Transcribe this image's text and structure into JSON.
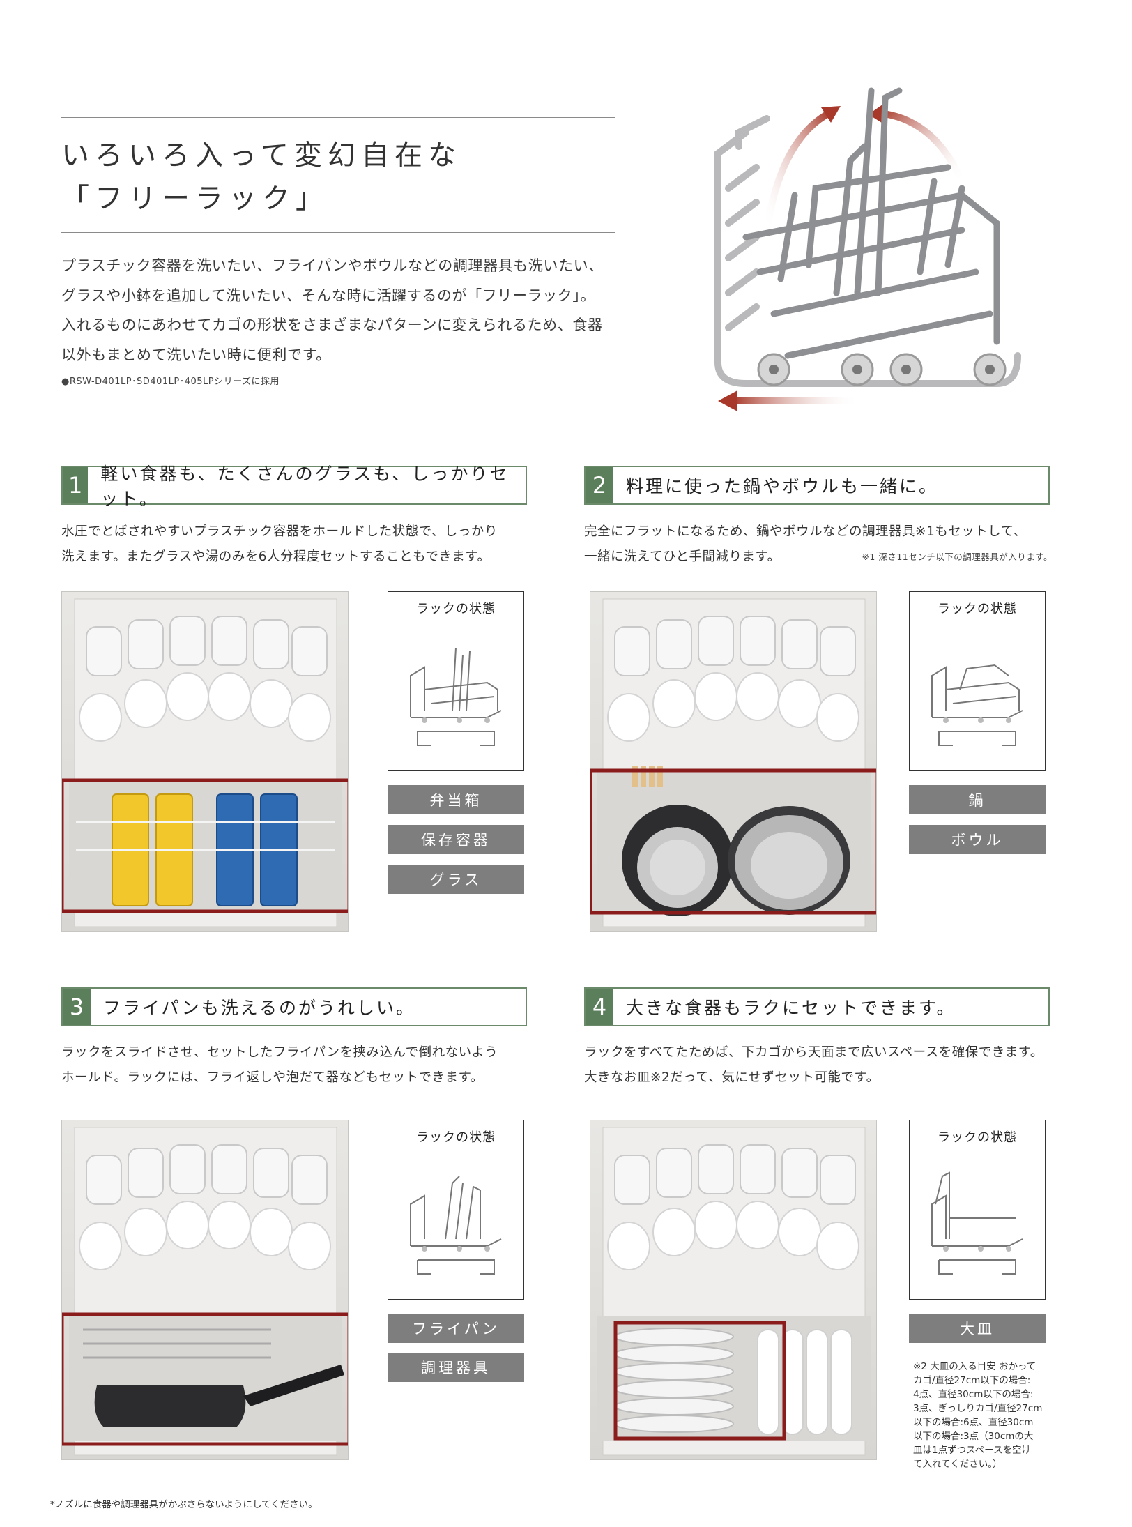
{
  "heading": {
    "line1": "いろいろ入って変幻自在な",
    "line2": "「フリーラック」"
  },
  "intro": {
    "lines": [
      "プラスチック容器を洗いたい、フライパンやボウルなどの調理器具も洗いたい、",
      "グラスや小鉢を追加して洗いたい、そんな時に活躍するのが「フリーラック」。",
      "入れるものにあわせてカゴの形状をさまざまなパターンに変えられるため、食器",
      "以外もまとめて洗いたい時に便利です。"
    ],
    "model_note": "●RSW-D401LP･SD401LP･405LPシリーズに採用"
  },
  "colors": {
    "accent_green": "#5a7f5a",
    "highlight_red": "#8b1c1c",
    "tag_gray": "#7e7e7e",
    "arrow_red": "#a8392a"
  },
  "sections": [
    {
      "number": "1",
      "title": "軽い食器も、たくさんのグラスも、しっかりセット。",
      "desc_line1": "水圧でとばされやすいプラスチック容器をホールドした状態で、しっかり",
      "desc_line2": "洗えます。またグラスや湯のみを6人分程度セットすることもできます。",
      "desc_note": "",
      "rack_label": "ラックの状態",
      "tags": [
        "弁当箱",
        "保存容器",
        "グラス"
      ]
    },
    {
      "number": "2",
      "title": "料理に使った鍋やボウルも一緒に。",
      "desc_line1": "完全にフラットになるため、鍋やボウルなどの調理器具※1もセットして、",
      "desc_line2": "一緒に洗えてひと手間減ります。",
      "desc_note": "※1 深さ11センチ以下の調理器具が入ります。",
      "rack_label": "ラックの状態",
      "tags": [
        "鍋",
        "ボウル"
      ]
    },
    {
      "number": "3",
      "title": "フライパンも洗えるのがうれしい。",
      "desc_line1": "ラックをスライドさせ、セットしたフライパンを挟み込んで倒れないよう",
      "desc_line2": "ホールド。ラックには、フライ返しや泡だて器などもセットできます。",
      "desc_note": "",
      "rack_label": "ラックの状態",
      "tags": [
        "フライパン",
        "調理器具"
      ]
    },
    {
      "number": "4",
      "title": "大きな食器もラクにセットできます。",
      "desc_line1": "ラックをすべてたためば、下カゴから天面まで広いスペースを確保できます。",
      "desc_line2": "大きなお皿※2だって、気にせずセット可能です。",
      "desc_note": "",
      "rack_label": "ラックの状態",
      "tags": [
        "大皿"
      ]
    }
  ],
  "footnote_lines": [
    "※2 大皿の入る目安 おかって",
    "カゴ/直径27cm以下の場合:",
    "4点、直径30cm以下の場合:",
    "3点、ぎっしりカゴ/直径27cm",
    "以下の場合:6点、直径30cm",
    "以下の場合:3点（30cmの大",
    "皿は1点ずつスペースを空け",
    "て入れてください。）"
  ],
  "bottom_note": "*ノズルに食器や調理器具がかぶさらないようにしてください。"
}
